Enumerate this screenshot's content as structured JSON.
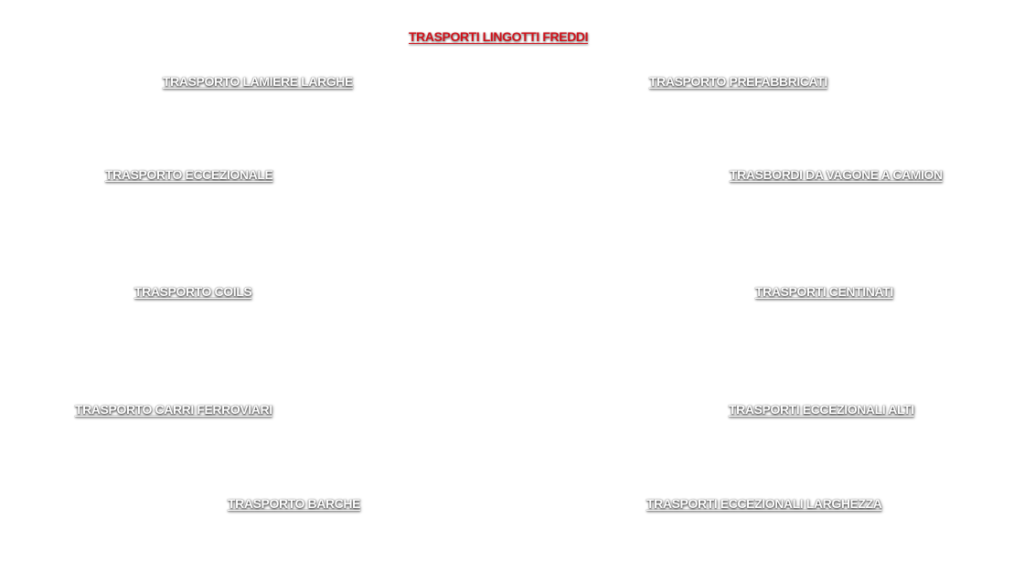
{
  "colors": {
    "background": "#ffffff",
    "link_text": "#ffffff",
    "highlight_text": "#d0121b"
  },
  "header": {
    "highlight_link": "TRASPORTI LINGOTTI FREDDI"
  },
  "left_column": {
    "items": [
      {
        "label": "TRASPORTO LAMIERE LARGHE"
      },
      {
        "label": "TRASPORTO ECCEZIONALE"
      },
      {
        "label": "TRASPORTO COILS"
      },
      {
        "label": "TRASPORTO CARRI FERROVIARI"
      },
      {
        "label": "TRASPORTO BARCHE"
      }
    ]
  },
  "right_column": {
    "items": [
      {
        "label": "TRASPORTO PREFABBRICATI"
      },
      {
        "label": "TRASBORDI DA VAGONE A CAMION"
      },
      {
        "label": "TRASPORTI CENTINATI"
      },
      {
        "label": "TRASPORTI ECCEZIONALI ALTI"
      },
      {
        "label": "TRASPORTI ECCEZIONALI LARGHEZZA"
      }
    ]
  }
}
